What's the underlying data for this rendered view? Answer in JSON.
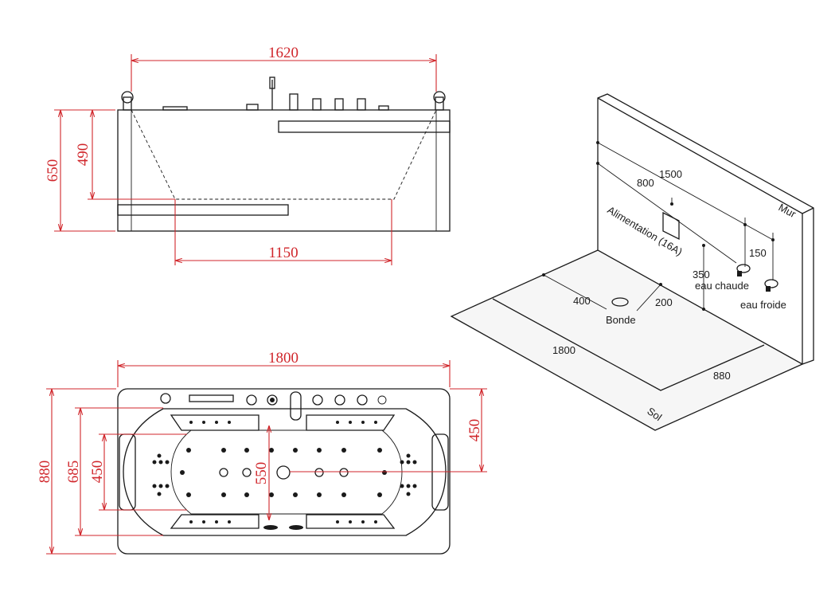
{
  "elevation_view": {
    "length_dim": "1620",
    "total_height_dim": "650",
    "inner_depth_dim": "490",
    "inner_bottom_length_dim": "1150"
  },
  "plan_view": {
    "length_dim": "1800",
    "width_dim": "880",
    "inner_width_dim": "685",
    "headrest_dim": "450",
    "center_width_dim": "550",
    "drain_offset_dim": "450"
  },
  "installation_view": {
    "wall_label": "Mur",
    "floor_label": "Sol",
    "power_label": "Alimentation (16A)",
    "hot_water_label": "eau chaude",
    "cold_water_label": "eau froide",
    "drain_label": "Bonde",
    "dim_1500": "1500",
    "dim_800": "800",
    "dim_150": "150",
    "dim_350": "350",
    "dim_400": "400",
    "dim_200": "200",
    "dim_1800": "1800",
    "dim_880": "880"
  },
  "colors": {
    "dimension": "#d0262b",
    "line": "#1a1a1a"
  }
}
